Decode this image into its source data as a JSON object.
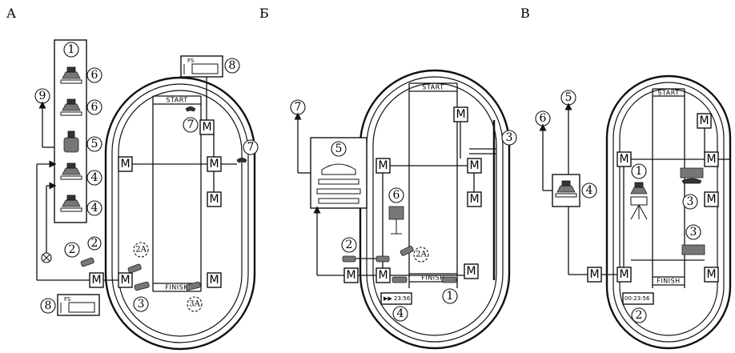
{
  "panels": {
    "a": "А",
    "b": "Б",
    "c": "В"
  },
  "track": {
    "start": "START",
    "finish": "FINISH",
    "finish_c": "FINISH"
  },
  "module_label": "M",
  "fs_label": "FS",
  "timer_b": "▶▶ 23:56",
  "timer_c": "00:23:56",
  "panel_a_numbers": [
    "1",
    "6",
    "6",
    "5",
    "4",
    "4",
    "9",
    "2",
    "2",
    "2A",
    "3",
    "3A",
    "8",
    "8",
    "7",
    "7"
  ],
  "panel_b_numbers": [
    "7",
    "5",
    "6",
    "2",
    "2A",
    "1",
    "4",
    "3"
  ],
  "panel_c_numbers": [
    "6",
    "5",
    "4",
    "1",
    "3",
    "3",
    "2"
  ]
}
